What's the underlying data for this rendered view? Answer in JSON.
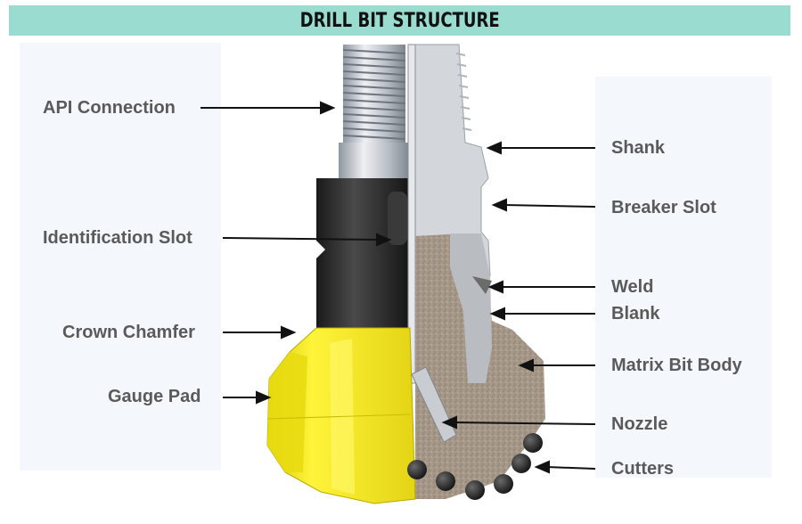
{
  "title": "DRILL BIT STRUCTURE",
  "labels": {
    "api_connection": "API Connection",
    "identification_slot": "Identification Slot",
    "crown_chamfer": "Crown Chamfer",
    "gauge_pad": "Gauge Pad",
    "shank": "Shank",
    "breaker_slot": "Breaker Slot",
    "weld": "Weld",
    "blank": "Blank",
    "matrix_bit_body": "Matrix Bit Body",
    "nozzle": "Nozzle",
    "cutters": "Cutters"
  },
  "colors": {
    "title_bar": "#9bdcd0",
    "label_text": "#5a5a5a",
    "gauge_yellow": "#f4e81c",
    "body_black": "#222222",
    "steel": "#cfd3d8",
    "matrix": "#a89a8c"
  }
}
